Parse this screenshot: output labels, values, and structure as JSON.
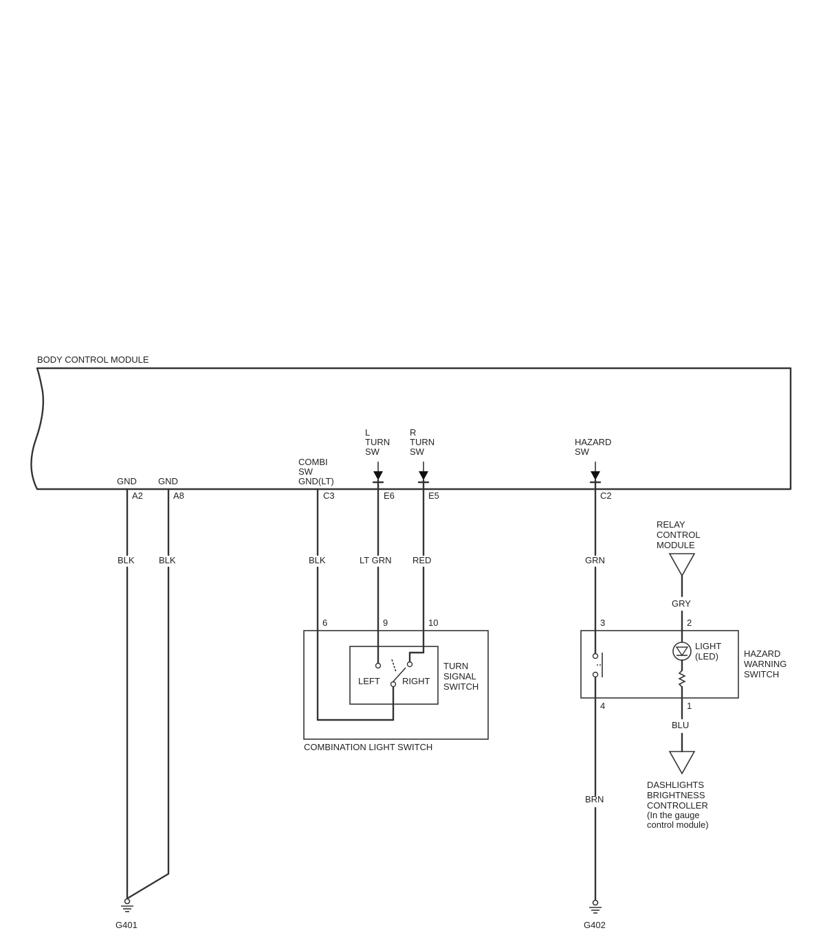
{
  "module": {
    "title": "BODY CONTROL MODULE"
  },
  "pins": {
    "gnd1": {
      "name": "GND",
      "pin": "A2",
      "wire": "BLK"
    },
    "gnd2": {
      "name": "GND",
      "pin": "A8",
      "wire": "BLK"
    },
    "combi": {
      "name_lines": [
        "COMBI",
        "SW",
        "GND(LT)"
      ],
      "pin": "C3",
      "wire": "BLK",
      "sw_pin": "6"
    },
    "lturn": {
      "name_lines": [
        "L",
        "TURN",
        "SW"
      ],
      "pin": "E6",
      "wire": "LT GRN",
      "sw_pin": "9"
    },
    "rturn": {
      "name_lines": [
        "R",
        "TURN",
        "SW"
      ],
      "pin": "E5",
      "wire": "RED",
      "sw_pin": "10"
    },
    "hazard": {
      "name_lines": [
        "HAZARD",
        "SW"
      ],
      "pin": "C2",
      "wire_top": "GRN",
      "sw_pin_top": "3",
      "sw_pin_bottom": "4",
      "wire_bottom": "BRN"
    }
  },
  "combination_switch": {
    "label": "COMBINATION LIGHT SWITCH",
    "turn_signal_lines": [
      "TURN",
      "SIGNAL",
      "SWITCH"
    ],
    "left": "LEFT",
    "right": "RIGHT"
  },
  "hazard_switch": {
    "label_lines": [
      "HAZARD",
      "WARNING",
      "SWITCH"
    ],
    "light_lines": [
      "LIGHT",
      "(LED)"
    ]
  },
  "relay": {
    "label_lines": [
      "RELAY",
      "CONTROL",
      "MODULE"
    ],
    "wire": "GRY",
    "pin": "2"
  },
  "dashlights": {
    "label_lines": [
      "DASHLIGHTS",
      "BRIGHTNESS",
      "CONTROLLER",
      "(In the gauge",
      "control module)"
    ],
    "wire": "BLU",
    "pin": "1"
  },
  "grounds": {
    "g401": "G401",
    "g402": "G402"
  }
}
